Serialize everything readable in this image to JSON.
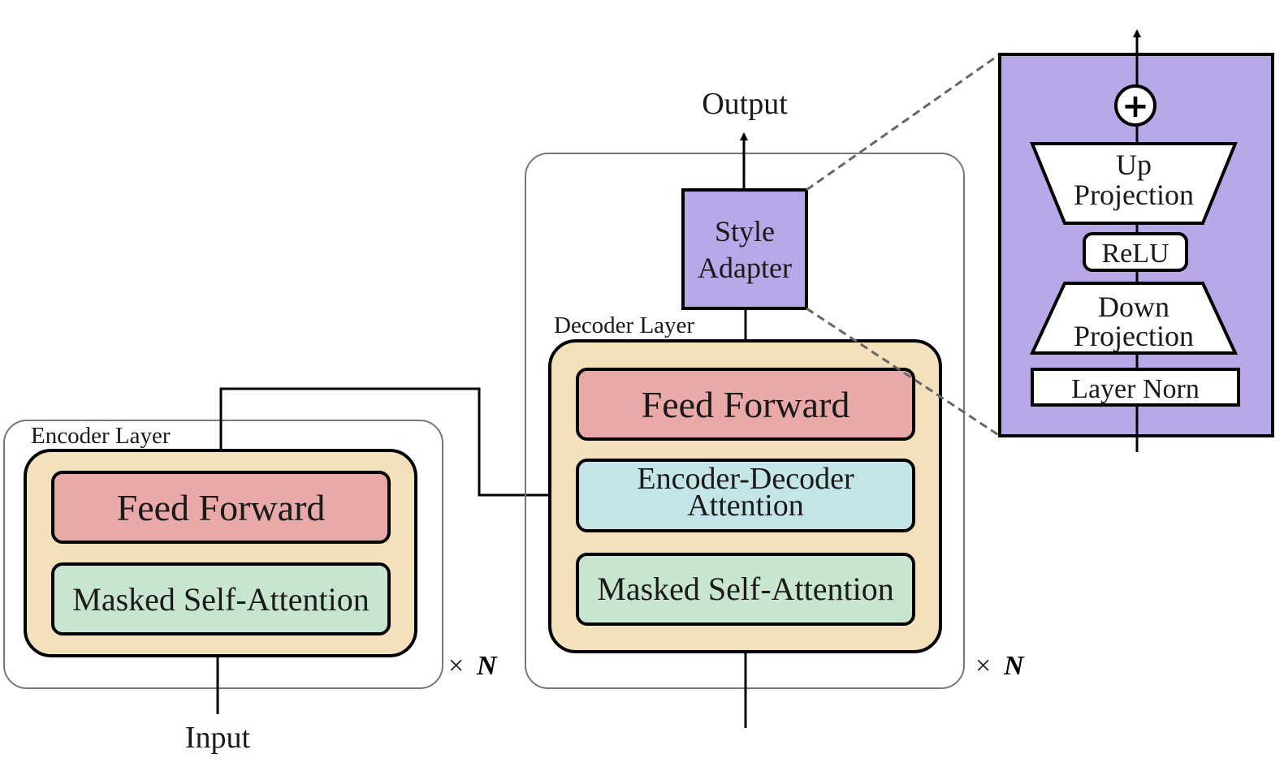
{
  "labels": {
    "output": "Output",
    "input": "Input",
    "encoder_layer": "Encoder Layer",
    "decoder_layer": "Decoder Layer",
    "times": "×",
    "n": "N"
  },
  "encoder": {
    "feed_forward": "Feed Forward",
    "masked_self_attention": "Masked Self-Attention"
  },
  "decoder": {
    "feed_forward": "Feed Forward",
    "enc_dec_attention_line1": "Encoder-Decoder",
    "enc_dec_attention_line2": "Attention",
    "masked_self_attention": "Masked Self-Attention"
  },
  "style_adapter": {
    "line1": "Style",
    "line2": "Adapter"
  },
  "adapter_detail": {
    "plus": "+",
    "up_projection_line1": "Up",
    "up_projection_line2": "Projection",
    "relu": "ReLU",
    "down_projection_line1": "Down",
    "down_projection_line2": "Projection",
    "layer_norm": "Layer Norn"
  },
  "colors": {
    "feed_forward": "#eaa9a9",
    "attention_green": "#c8e6cf",
    "attention_blue": "#c4e5e8",
    "layer_bg": "#f2e1bb",
    "adapter": "#b9a8e8"
  }
}
